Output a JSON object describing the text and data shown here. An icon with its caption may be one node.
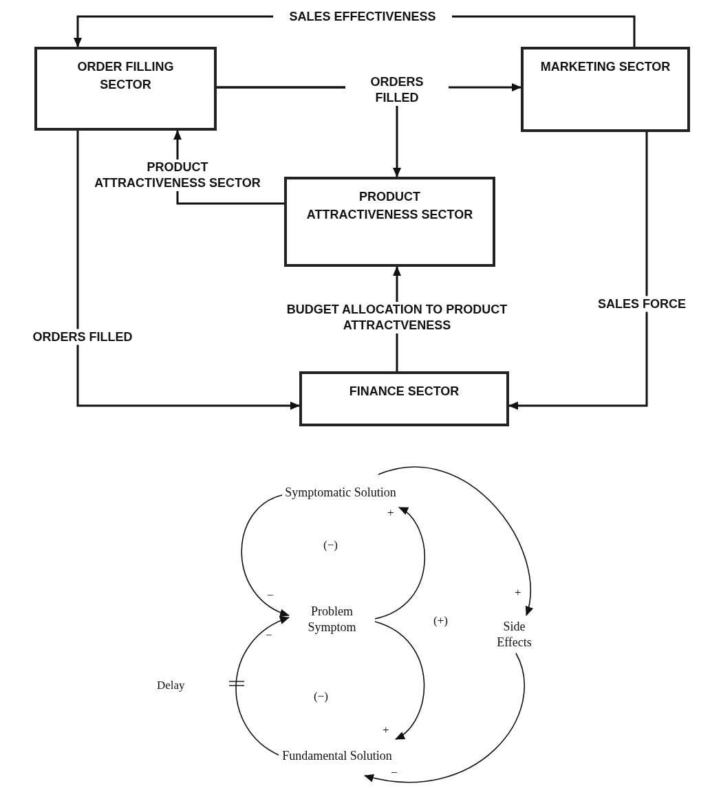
{
  "diagram": {
    "nodes": [
      {
        "text": [
          "ORDER FILLING SECTOR"
        ]
      },
      {
        "text": [
          "MARKETING SECTOR"
        ]
      },
      {
        "text": [
          "PRODUCT ATTRACTIVENESS SECTOR"
        ]
      },
      {
        "text": [
          "FINANCE SECTOR"
        ]
      },
      {
        "text": [
          "Symptomatic Solution"
        ]
      },
      {
        "text": [
          "Problem Symptom"
        ]
      },
      {
        "text": [
          "Side Effects"
        ]
      },
      {
        "text": [
          "Fundamental Solution"
        ]
      }
    ],
    "edges": [
      {
        "from": 1,
        "to": 0,
        "arrow": "to",
        "label": "SALES EFFECTIVENESS"
      },
      {
        "from": 0,
        "to": 1,
        "arrow": "to",
        "label": "ORDERS FILLED"
      },
      {
        "from": 0,
        "to": 2,
        "arrow": "to"
      },
      {
        "from": 2,
        "to": 0,
        "arrow": "to",
        "label": "PRODUCT ATTRACTIVENESS SECTOR"
      },
      {
        "from": 0,
        "to": 3,
        "arrow": "to",
        "label": "ORDERS FILLED"
      },
      {
        "from": 1,
        "to": 3,
        "arrow": "to",
        "label": "SALES FORCE"
      },
      {
        "from": 3,
        "to": 2,
        "arrow": "to",
        "label": "BUDGET ALLOCATION TO PRODUCT ATTRACTVENESS"
      },
      {
        "from": 4,
        "to": 5,
        "arrow": "to"
      },
      {
        "from": 5,
        "to": 4,
        "arrow": "to"
      },
      {
        "from": 5,
        "to": 7,
        "arrow": "to"
      },
      {
        "from": 7,
        "to": 5,
        "arrow": "to"
      },
      {
        "from": 4,
        "to": 6,
        "arrow": "to"
      },
      {
        "from": 6,
        "to": 7,
        "arrow": "to"
      }
    ],
    "labels": [
      "(−)",
      "+",
      "−",
      "(+)",
      "+",
      "−",
      "Delay",
      "(−)",
      "+",
      "−"
    ]
  }
}
